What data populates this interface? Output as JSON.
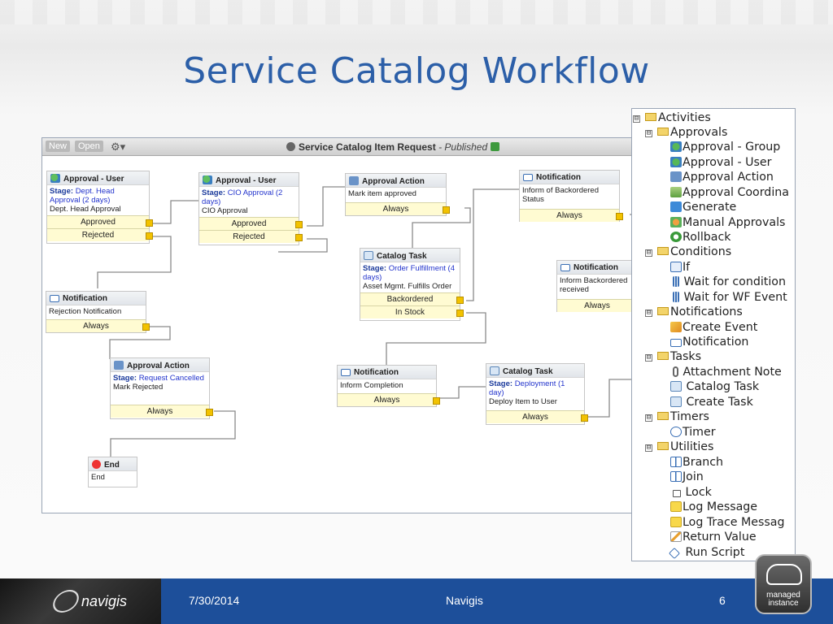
{
  "slide": {
    "title": "Service Catalog Workflow"
  },
  "toolbar": {
    "new_label": "New",
    "open_label": "Open",
    "window_title": "Service Catalog Item Request",
    "status": "- Published"
  },
  "nodes": {
    "n1": {
      "type": "Approval - User",
      "stage_label": "Stage:",
      "stage": "Dept. Head Approval (2 days)",
      "desc": "Dept. Head Approval",
      "out": [
        "Approved",
        "Rejected"
      ]
    },
    "n2": {
      "type": "Approval - User",
      "stage_label": "Stage:",
      "stage": "CIO Approval (2 days)",
      "desc": "CIO Approval",
      "out": [
        "Approved",
        "Rejected"
      ]
    },
    "n3": {
      "type": "Approval Action",
      "desc": "Mark item approved",
      "out": [
        "Always"
      ]
    },
    "n4": {
      "type": "Notification",
      "desc": "Inform of Backordered Status",
      "out": [
        "Always"
      ]
    },
    "n5": {
      "type": "Catalog Task",
      "stage_label": "Stage:",
      "stage": "Order Fulfillment (4 days)",
      "desc": "Asset Mgmt. Fulfills Order",
      "out": [
        "Backordered",
        "In Stock"
      ]
    },
    "n6": {
      "type": "Notification",
      "desc": "Inform Backordered received",
      "out": [
        "Always"
      ]
    },
    "n7": {
      "type": "Notification",
      "desc": "Rejection Notification",
      "out": [
        "Always"
      ]
    },
    "n8": {
      "type": "Approval Action",
      "stage_label": "Stage:",
      "stage": "Request Cancelled",
      "desc": "Mark Rejected",
      "out": [
        "Always"
      ]
    },
    "n9": {
      "type": "Notification",
      "desc": "Inform Completion",
      "out": [
        "Always"
      ]
    },
    "n10": {
      "type": "Catalog Task",
      "stage_label": "Stage:",
      "stage": "Deployment (1 day)",
      "desc": "Deploy Item to User",
      "out": [
        "Always"
      ]
    },
    "n11": {
      "type": "End",
      "desc": "End"
    }
  },
  "panel": {
    "items": [
      "Activities",
      "Approvals",
      "Approval - Group",
      "Approval - User",
      "Approval Action",
      "Approval Coordina",
      "Generate",
      "Manual Approvals",
      "Rollback",
      "Conditions",
      "If",
      "Wait for condition",
      "Wait for WF Event",
      "Notifications",
      "Create Event",
      "Notification",
      "Tasks",
      "Attachment Note",
      "Catalog Task",
      "Create Task",
      "Timers",
      "Timer",
      "Utilities",
      "Branch",
      "Join",
      "Lock",
      "Log Message",
      "Log Trace Messag",
      "Return Value",
      "Run Script"
    ],
    "toggle": "⊟"
  },
  "footer": {
    "logo": "navigis",
    "date": "7/30/2014",
    "company": "Navigis",
    "page": "6"
  },
  "badge": {
    "line1": "managed",
    "line2": "instance"
  }
}
